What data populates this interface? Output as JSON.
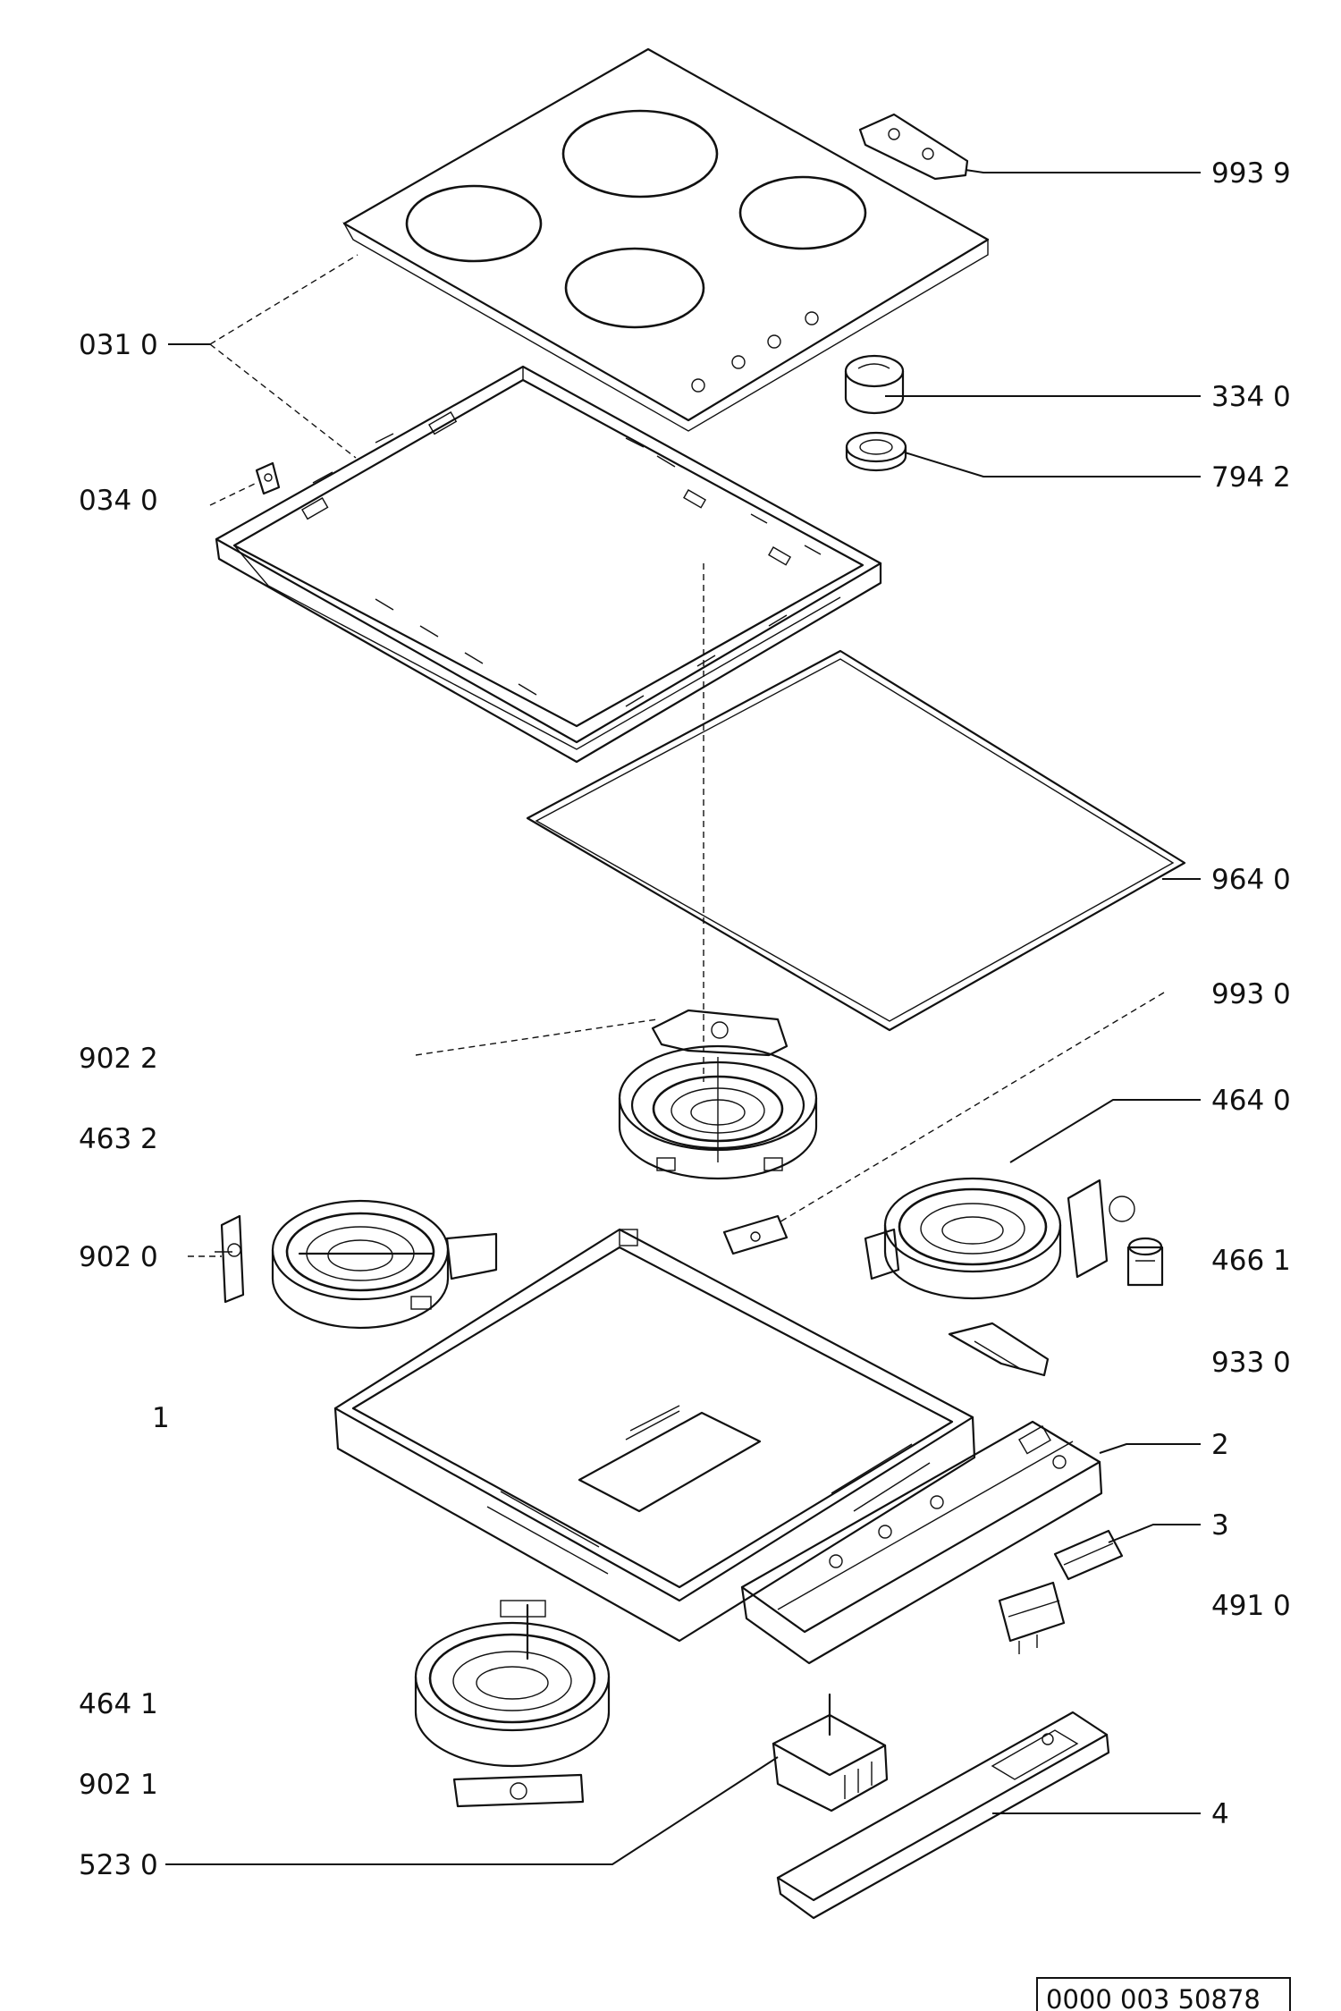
{
  "callouts": {
    "c9939": "993 9",
    "c0310": "031 0",
    "c3340": "334 0",
    "c0340": "034 0",
    "c7942": "794 2",
    "c9640": "964 0",
    "c9930": "993 0",
    "c9022": "902 2",
    "c4640": "464 0",
    "c4632": "463 2",
    "c9020": "902 0",
    "c4661": "466 1",
    "c9330": "933 0",
    "c1": "1",
    "c2": "2",
    "c3": "3",
    "c4910": "491 0",
    "c4641": "464 1",
    "c9021": "902 1",
    "c5230": "523 0",
    "c4": "4"
  },
  "document_number": "0000 003 50878"
}
